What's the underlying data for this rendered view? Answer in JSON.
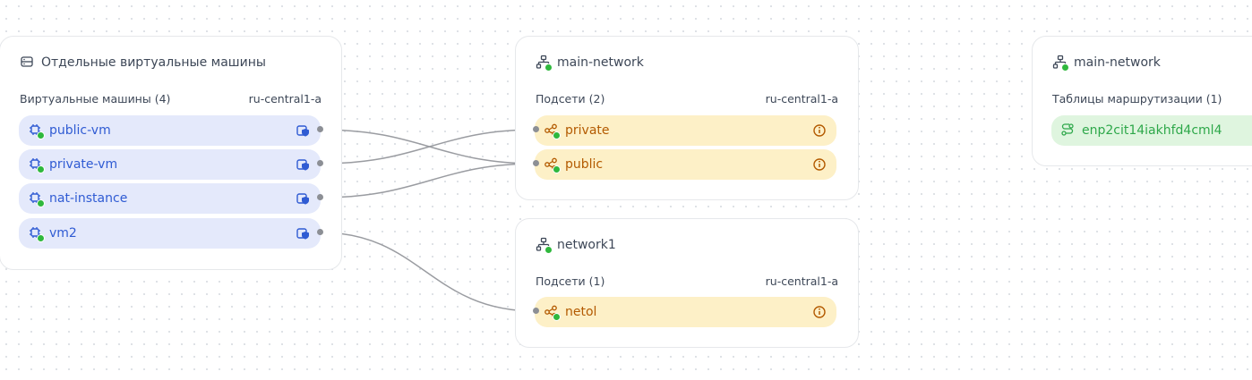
{
  "vm_card": {
    "title": "Отдельные виртуальные машины",
    "section_label": "Виртуальные машины (4)",
    "zone": "ru-central1-a",
    "items": [
      {
        "label": "public-vm"
      },
      {
        "label": "private-vm"
      },
      {
        "label": "nat-instance"
      },
      {
        "label": "vm2"
      }
    ]
  },
  "network_card_1": {
    "title": "main-network",
    "section_label": "Подсети (2)",
    "zone": "ru-central1-a",
    "items": [
      {
        "label": "private"
      },
      {
        "label": "public"
      }
    ]
  },
  "network_card_2": {
    "title": "network1",
    "section_label": "Подсети (1)",
    "zone": "ru-central1-a",
    "items": [
      {
        "label": "netol"
      }
    ]
  },
  "route_card": {
    "title": "main-network",
    "section_label": "Таблицы маршрутизации (1)",
    "items": [
      {
        "label": "enp2cit14iakhfd4cml4"
      }
    ]
  },
  "connections": [
    {
      "from": "public-vm",
      "to": "public"
    },
    {
      "from": "private-vm",
      "to": "private"
    },
    {
      "from": "nat-instance",
      "to": "public"
    },
    {
      "from": "vm2",
      "to": "netol"
    }
  ],
  "colors": {
    "vm_bg": "#e4e9fb",
    "vm_text": "#2f5bd3",
    "subnet_bg": "#fdf0c7",
    "subnet_text": "#b35a00",
    "route_bg": "#dff5df",
    "route_text": "#2ea84a",
    "status_dot": "#2fb83d",
    "connector": "#9a9ca1"
  }
}
